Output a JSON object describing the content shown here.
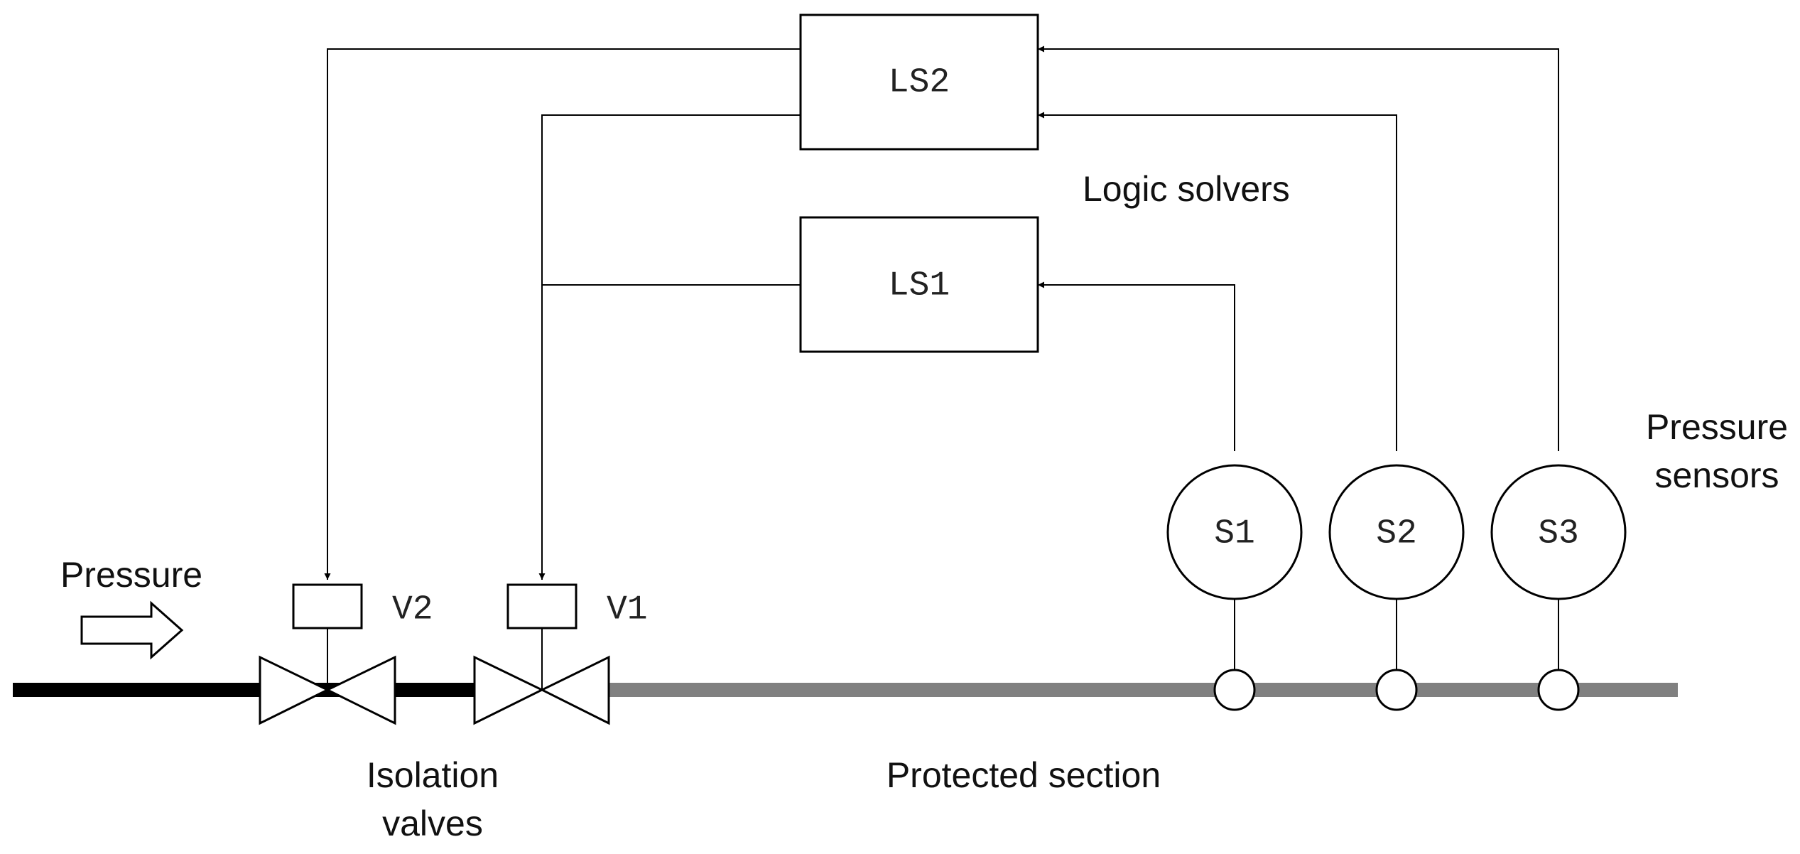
{
  "logic_solvers": {
    "ls2": "LS2",
    "ls1": "LS1",
    "caption": "Logic solvers"
  },
  "sensors": {
    "s1": "S1",
    "s2": "S2",
    "s3": "S3",
    "caption_line1": "Pressure",
    "caption_line2": "sensors"
  },
  "valves": {
    "v1": "V1",
    "v2": "V2",
    "caption_line1": "Isolation",
    "caption_line2": "valves"
  },
  "pipe": {
    "inlet_label": "Pressure",
    "protected_label": "Protected section",
    "upstream_color": "#000000",
    "protected_color": "#808080"
  }
}
